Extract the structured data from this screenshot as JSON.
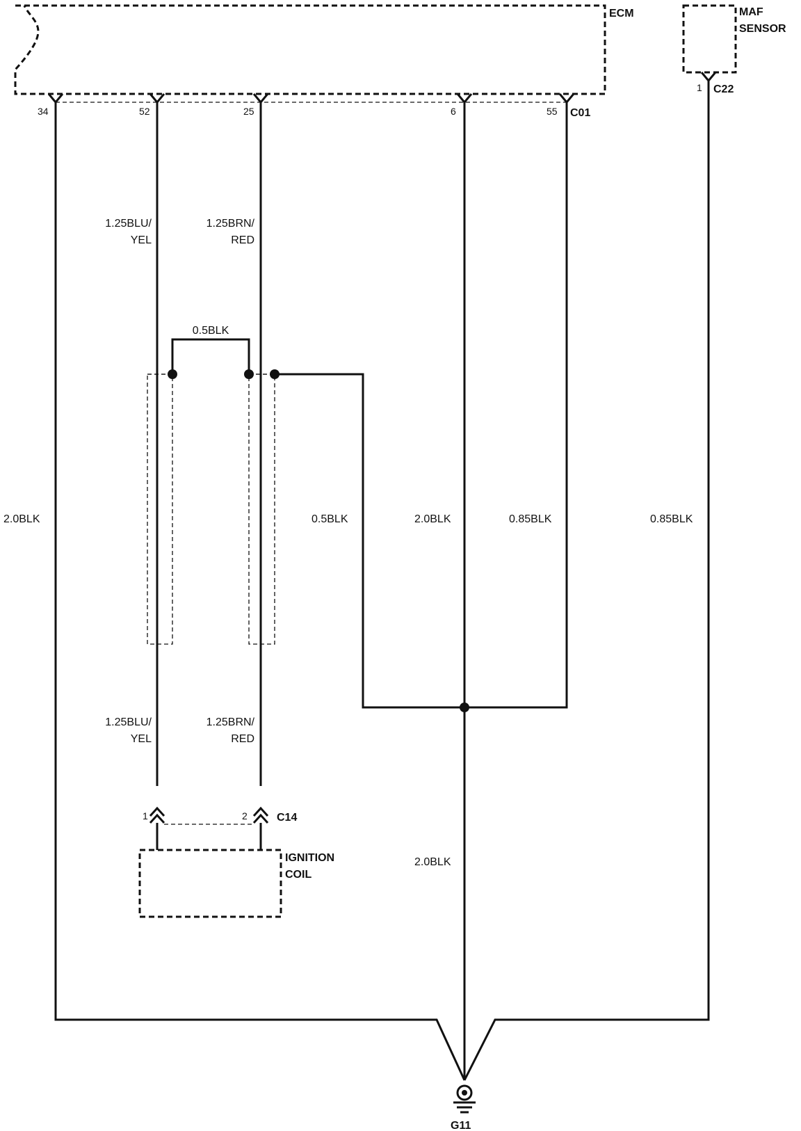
{
  "components": {
    "ecm": "ECM",
    "maf_sensor": [
      "MAF",
      "SENSOR"
    ],
    "ignition_coil": [
      "IGNITION",
      "COIL"
    ],
    "ground": "G11"
  },
  "connectors": {
    "ecm": "C01",
    "maf": "C22",
    "coil": "C14"
  },
  "pins": {
    "ecm_34": "34",
    "ecm_52": "52",
    "ecm_25": "25",
    "ecm_6": "6",
    "ecm_55": "55",
    "maf_1": "1",
    "coil_1": "1",
    "coil_2": "2"
  },
  "wires": {
    "w34": "2.0BLK",
    "w52_upper": [
      "1.25BLU/",
      "YEL"
    ],
    "w25_upper": [
      "1.25BRN/",
      "RED"
    ],
    "jumper": "0.5BLK",
    "shield_drain": "0.5BLK",
    "w6_upper": "2.0BLK",
    "w55": "0.85BLK",
    "maf_ground": "0.85BLK",
    "w52_lower": [
      "1.25BLU/",
      "YEL"
    ],
    "w25_lower": [
      "1.25BRN/",
      "RED"
    ],
    "w6_lower": "2.0BLK"
  }
}
